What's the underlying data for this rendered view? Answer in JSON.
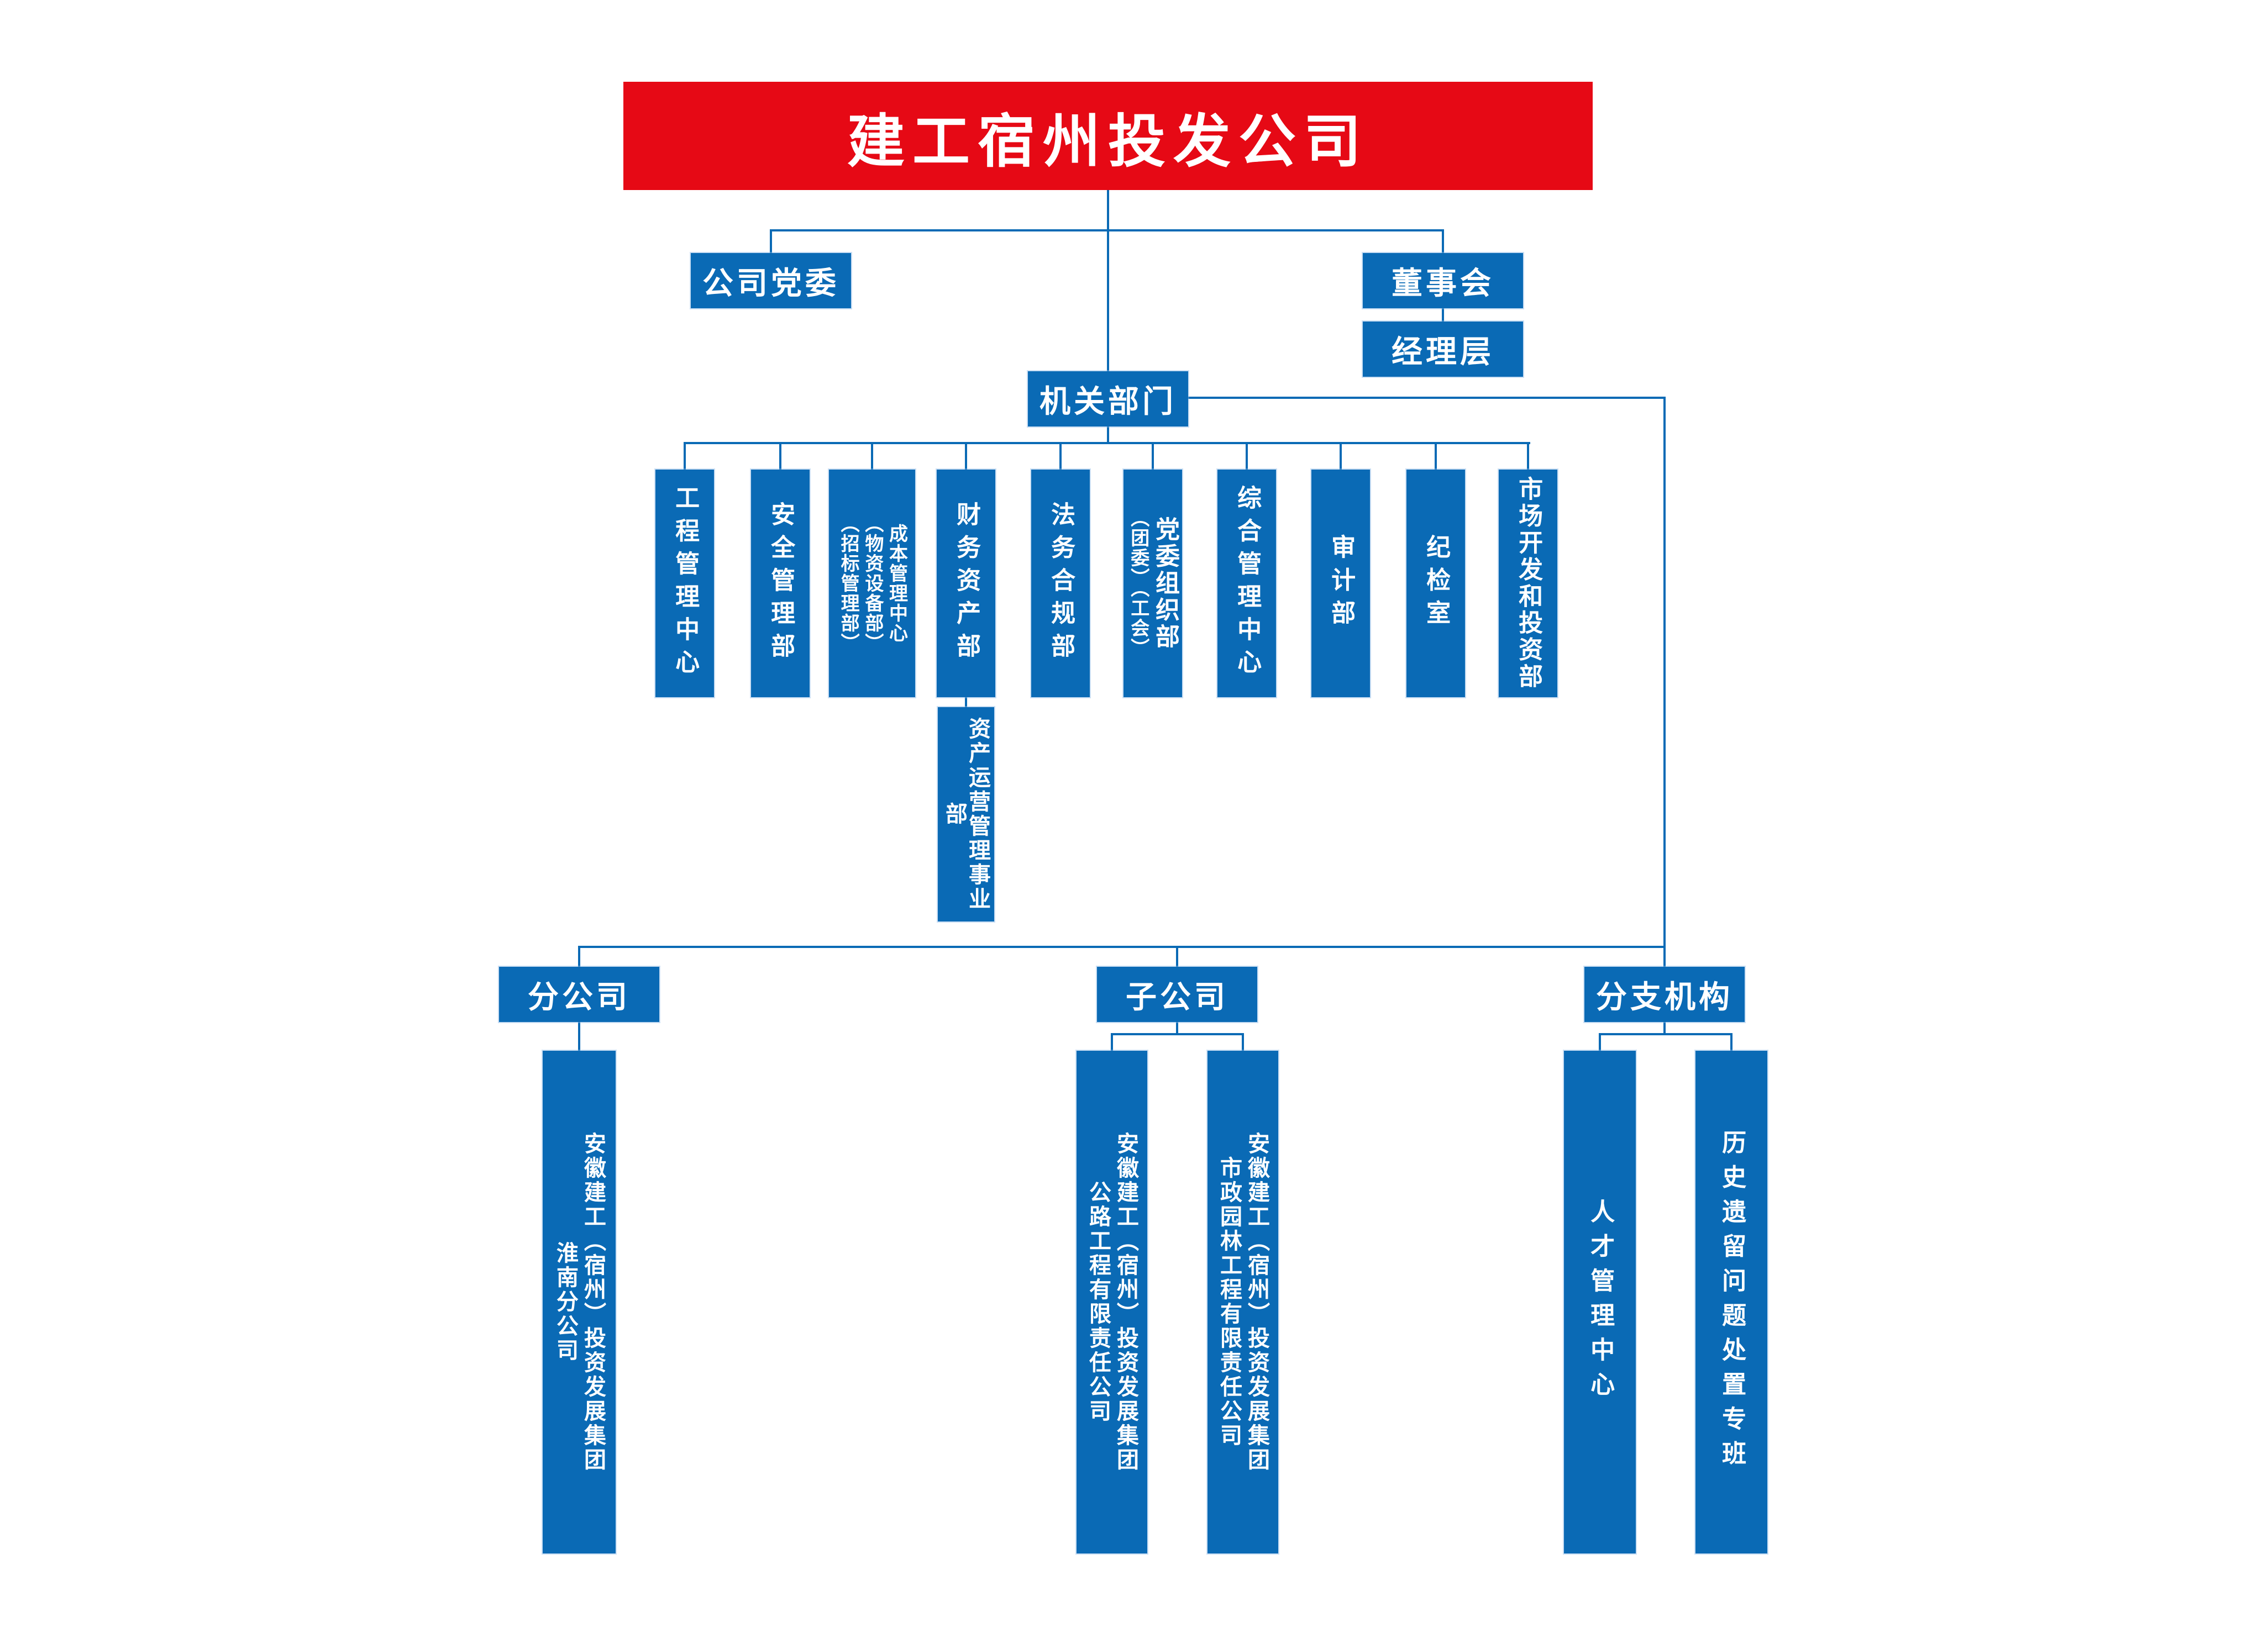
{
  "root": {
    "label": "建工宿州投发公司"
  },
  "governance": {
    "party_committee": "公司党委",
    "board": "董事会",
    "management": "经理层"
  },
  "hq": {
    "label": "机关部门"
  },
  "departments": [
    {
      "lines": [
        "工程管理中心"
      ]
    },
    {
      "lines": [
        "安全管理部"
      ]
    },
    {
      "lines": [
        "成本管理中心",
        "（物资设备部）",
        "（招标管理部）"
      ]
    },
    {
      "lines": [
        "财务资产部"
      ]
    },
    {
      "lines": [
        "法务合规部"
      ]
    },
    {
      "lines": [
        "党委组织部",
        "（团委）（工会）"
      ]
    },
    {
      "lines": [
        "综合管理中心"
      ]
    },
    {
      "lines": [
        "审计部"
      ]
    },
    {
      "lines": [
        "纪检室"
      ]
    },
    {
      "lines": [
        "市场开发和投资部"
      ]
    }
  ],
  "asset_division": {
    "lines": [
      "资产运营管理事业部"
    ]
  },
  "groups": [
    {
      "label": "分公司",
      "children": [
        {
          "lines": [
            "安徽建工（宿州）投资发展集团",
            "淮南分公司"
          ]
        }
      ]
    },
    {
      "label": "子公司",
      "children": [
        {
          "lines": [
            "安徽建工（宿州）投资发展集团",
            "公路工程有限责任公司"
          ]
        },
        {
          "lines": [
            "安徽建工（宿州）投资发展集团",
            "市政园林工程有限责任公司"
          ]
        }
      ]
    },
    {
      "label": "分支机构",
      "children": [
        {
          "lines": [
            "人才管理中心"
          ]
        },
        {
          "lines": [
            "历史遗留问题处置专班"
          ]
        }
      ]
    }
  ],
  "colors": {
    "red": "#e60915",
    "blue": "#0a6ab5",
    "line": "#0a6ab5",
    "text": "#ffffff"
  }
}
